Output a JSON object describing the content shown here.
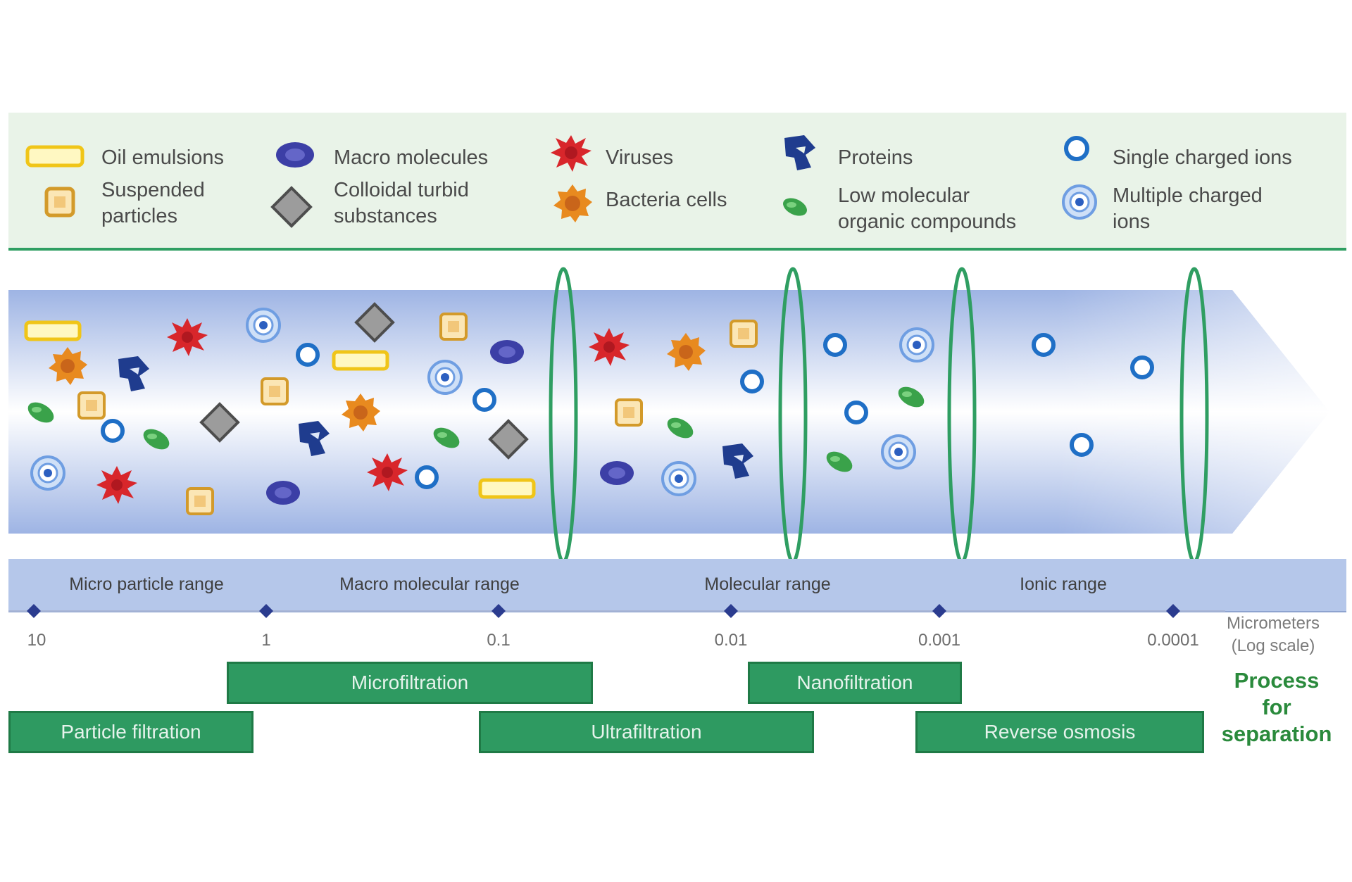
{
  "legend": [
    {
      "label": "Oil emulsions",
      "icon": "oil-emulsion-icon"
    },
    {
      "label": "Suspended\nparticles",
      "icon": "suspended-particle-icon"
    },
    {
      "label": "Macro molecules",
      "icon": "macro-molecule-icon"
    },
    {
      "label": "Colloidal turbid\nsubstances",
      "icon": "colloidal-substance-icon"
    },
    {
      "label": "Viruses",
      "icon": "virus-icon"
    },
    {
      "label": "Bacteria cells",
      "icon": "bacteria-icon"
    },
    {
      "label": "Proteins",
      "icon": "protein-icon"
    },
    {
      "label": "Low molecular\norganic compounds",
      "icon": "organic-compound-icon"
    },
    {
      "label": "Single charged ions",
      "icon": "single-charged-ion-icon"
    },
    {
      "label": "Multiple charged\nions",
      "icon": "multiple-charged-ion-icon"
    }
  ],
  "ranges": [
    "Micro particle range",
    "Macro molecular range",
    "Molecular range",
    "Ionic range"
  ],
  "ticks": [
    "10",
    "1",
    "0.1",
    "0.01",
    "0.001",
    "0.0001"
  ],
  "axis_unit": "Micrometers\n(Log scale)",
  "processes": [
    "Microfiltration",
    "Nanofiltration",
    "Particle filtration",
    "Ultrafiltration",
    "Reverse osmosis"
  ],
  "process_title": "Process\nfor\nseparation",
  "colors": {
    "legend_bg": "#e9f3e8",
    "accent_green": "#2e9a61",
    "range_bar": "#b5c7ea",
    "pipe_blue": "#a9bde8",
    "oil_yellow": "#f5d43a",
    "virus_red": "#d8262b",
    "bacteria_orange": "#e88a1f",
    "protein_navy": "#1f3c8e",
    "ion_blue": "#1f6fc6"
  }
}
